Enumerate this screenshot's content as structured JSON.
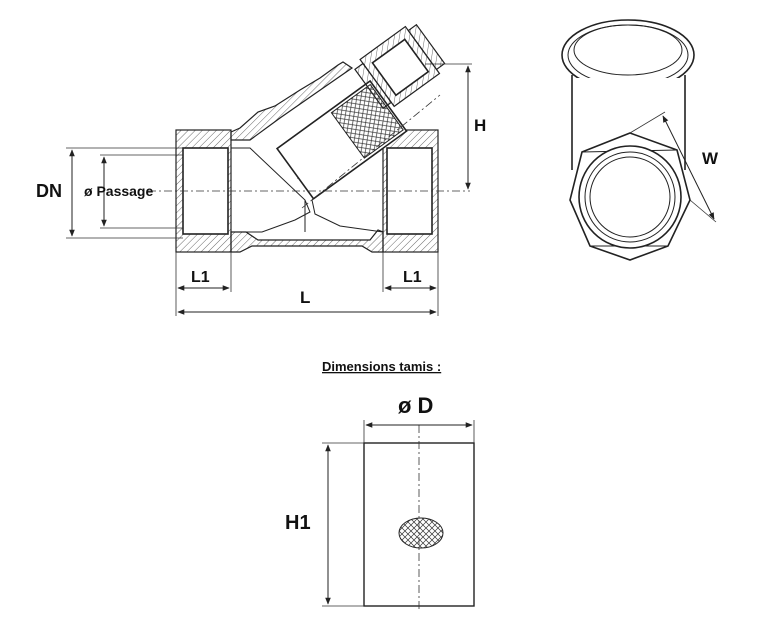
{
  "labels": {
    "dn": "DN",
    "passage": "ø Passage",
    "h": "H",
    "w": "W",
    "l1_left": "L1",
    "l1_right": "L1",
    "l": "L",
    "screen_title": "Dimensions tamis :",
    "diameter_d": "ø D",
    "h1": "H1"
  }
}
